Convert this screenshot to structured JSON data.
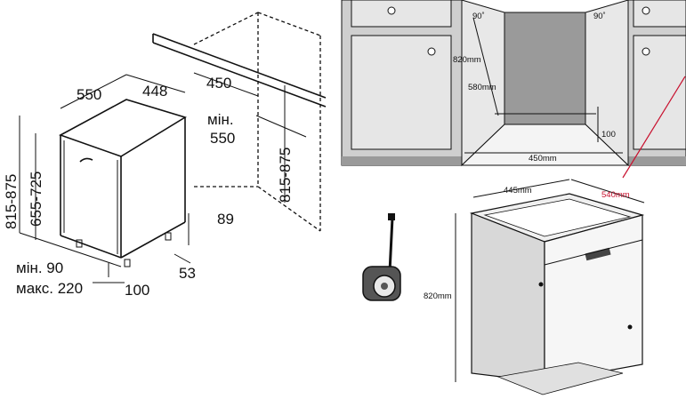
{
  "left_drawing": {
    "dim_width": "550",
    "dim_depth": "448",
    "dim_niche_width": "450",
    "dim_niche_depth_min": "мін.",
    "dim_niche_depth_value": "550",
    "dim_niche_height": "815-875",
    "dim_height_outer": "815-875",
    "dim_height_inner": "655-725",
    "dim_89": "89",
    "dim_53": "53",
    "dim_100": "100",
    "dim_plinth_min": "мін. 90",
    "dim_plinth_max": "макс. 220"
  },
  "right_drawing": {
    "angle_left": "90˚",
    "angle_right": "90˚",
    "dim_cabinet_height": "820mm",
    "dim_depth": "580mm",
    "dim_opening_width": "450mm",
    "dim_side": "100",
    "dim_appliance_width": "445mm",
    "dim_appliance_depth": "540mm",
    "dim_appliance_height": "820mm"
  },
  "colors": {
    "line": "#111111",
    "cabinet_fill": "#cfcfcf",
    "accent_red": "#c8102e",
    "dark_panel": "#9a9a9a"
  }
}
